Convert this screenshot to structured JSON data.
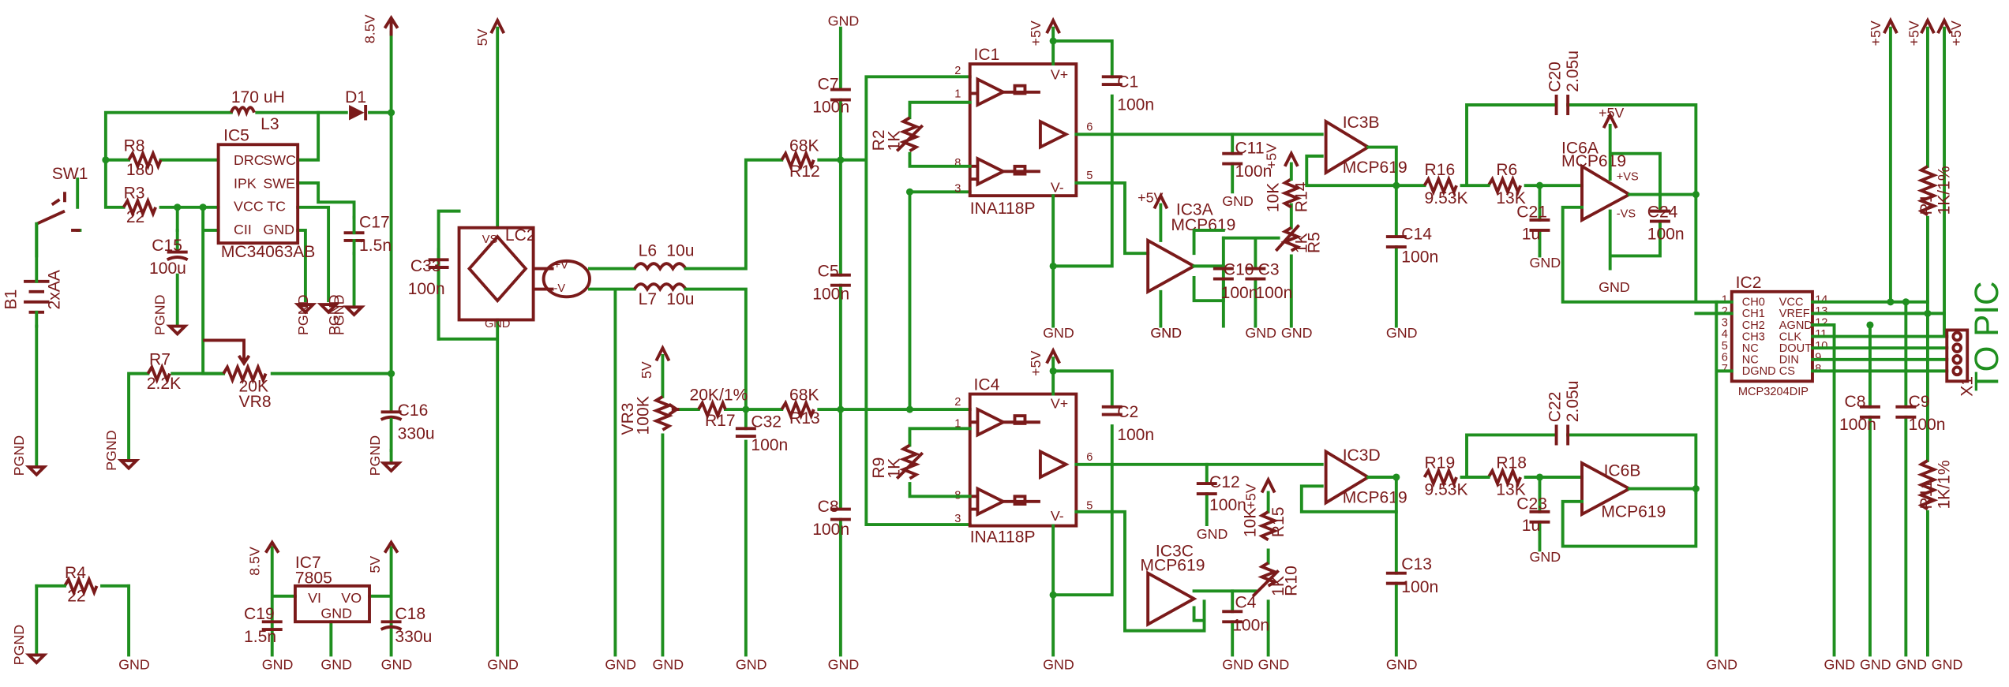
{
  "schematic": {
    "caption": "TO PIC",
    "power": {
      "v85": "8.5V",
      "v5": "5V",
      "p5": "+5V",
      "gnd": "GND",
      "pgnd": "PGND"
    },
    "parts": {
      "b1": "B1",
      "b1v": "2xAA",
      "sw1": "SW1",
      "l3": "L3",
      "l3v": "170 uH",
      "d1": "D1",
      "r8": "R8",
      "r8v": "180",
      "r3": "R3",
      "r3v": "22",
      "r7": "R7",
      "r7v": "2.2K",
      "vr8": "VR8",
      "vr8v": "20K",
      "c15": "C15",
      "c15v": "100u",
      "c17": "C17",
      "c17v": "1.5n",
      "c16": "C16",
      "c16v": "330u",
      "ic5": "IC5",
      "ic5v": "MC34063AB",
      "ic5p1": "DRC",
      "ic5p2": "IPK",
      "ic5p3": "VCC",
      "ic5p4": "CII",
      "ic5p5": "SWC",
      "ic5p6": "SWE",
      "ic5p7": "TC",
      "ic5p8": "GND",
      "r4": "R4",
      "r4v": "22",
      "ic7": "IC7",
      "ic7v": "7805",
      "ic7i": "VI",
      "ic7o": "VO",
      "ic7g": "GND",
      "c19": "C19",
      "c19v": "1.5n",
      "c18": "C18",
      "c18v": "330u",
      "lc2": "LC2",
      "lc2vs": "VS",
      "lc2p": "+V",
      "lc2n": "-V",
      "lc2g": "GND",
      "c33": "C33",
      "c33v": "100n",
      "l6": "L6",
      "l6v": "10u",
      "l7": "L7",
      "l7v": "10u",
      "vr3": "VR3",
      "vr3v": "100K",
      "r17": "R17",
      "r17v": "20K/1%",
      "c32": "C32",
      "c32v": "100n",
      "r12": "R12",
      "r12v": "68K",
      "r13": "R13",
      "r13v": "68K",
      "c7": "C7",
      "c7v": "100n",
      "c5": "C5",
      "c5v": "100n",
      "c8": "C8",
      "c8v": "100n",
      "ic1": "IC1",
      "ic1v": "INA118P",
      "ic4": "IC4",
      "ic4v": "INA118P",
      "vp": "V+",
      "vm": "V-",
      "r2": "R2",
      "r2v": "1K",
      "r9": "R9",
      "r9v": "1K",
      "c1": "C1",
      "c1v": "100n",
      "c2": "C2",
      "c2v": "100n",
      "c11": "C11",
      "c11v": "100n",
      "c12": "C12",
      "c12v": "100n",
      "c10": "C10",
      "c10v": "100n",
      "c3": "C3",
      "c3v": "100n",
      "c4": "C4",
      "c4v": "100n",
      "r14": "R14",
      "r14v": "10K",
      "r15": "R15",
      "r15v": "10K",
      "r5": "R5",
      "r5v": "1K",
      "r10": "R10",
      "r10v": "1K",
      "ic3a": "IC3A",
      "ic3b": "IC3B",
      "ic3c": "IC3C",
      "ic3d": "IC3D",
      "mcp": "MCP619",
      "c14": "C14",
      "c14v": "100n",
      "c13": "C13",
      "c13v": "100n",
      "r16": "R16",
      "r16v": "9.53K",
      "r19": "R19",
      "r19v": "9.53K",
      "r6": "R6",
      "r6v": "13K",
      "r18": "R18",
      "r18v": "13K",
      "c21": "C21",
      "c21v": "1u",
      "c23": "C23",
      "c23v": "1u",
      "c20": "C20",
      "c20v": "2.05u",
      "c22": "C22",
      "c22v": "2.05u",
      "c24": "C24",
      "c24v": "100n",
      "ic6a": "IC6A",
      "ic6b": "IC6B",
      "vsp": "+VS",
      "vsn": "-VS",
      "ic2": "IC2",
      "ic2v": "MCP3204DIP",
      "ic2l": [
        "CH0",
        "CH1",
        "CH2",
        "CH3",
        "NC",
        "NC",
        "DGND"
      ],
      "ic2r": [
        "VCC",
        "VREF",
        "AGND",
        "CLK",
        "DOUT",
        "DIN",
        "CS"
      ],
      "ic2ln": [
        "1",
        "2",
        "3",
        "4",
        "5",
        "6",
        "7"
      ],
      "ic2rn": [
        "14",
        "13",
        "12",
        "11",
        "10",
        "9",
        "8"
      ],
      "c8b": "C8",
      "c8bv": "100n",
      "c9": "C9",
      "c9v": "100n",
      "r1": "R1",
      "r1v": "1K/1%",
      "r11": "R11",
      "r11v": "1K/1%",
      "x1": "X1"
    }
  }
}
